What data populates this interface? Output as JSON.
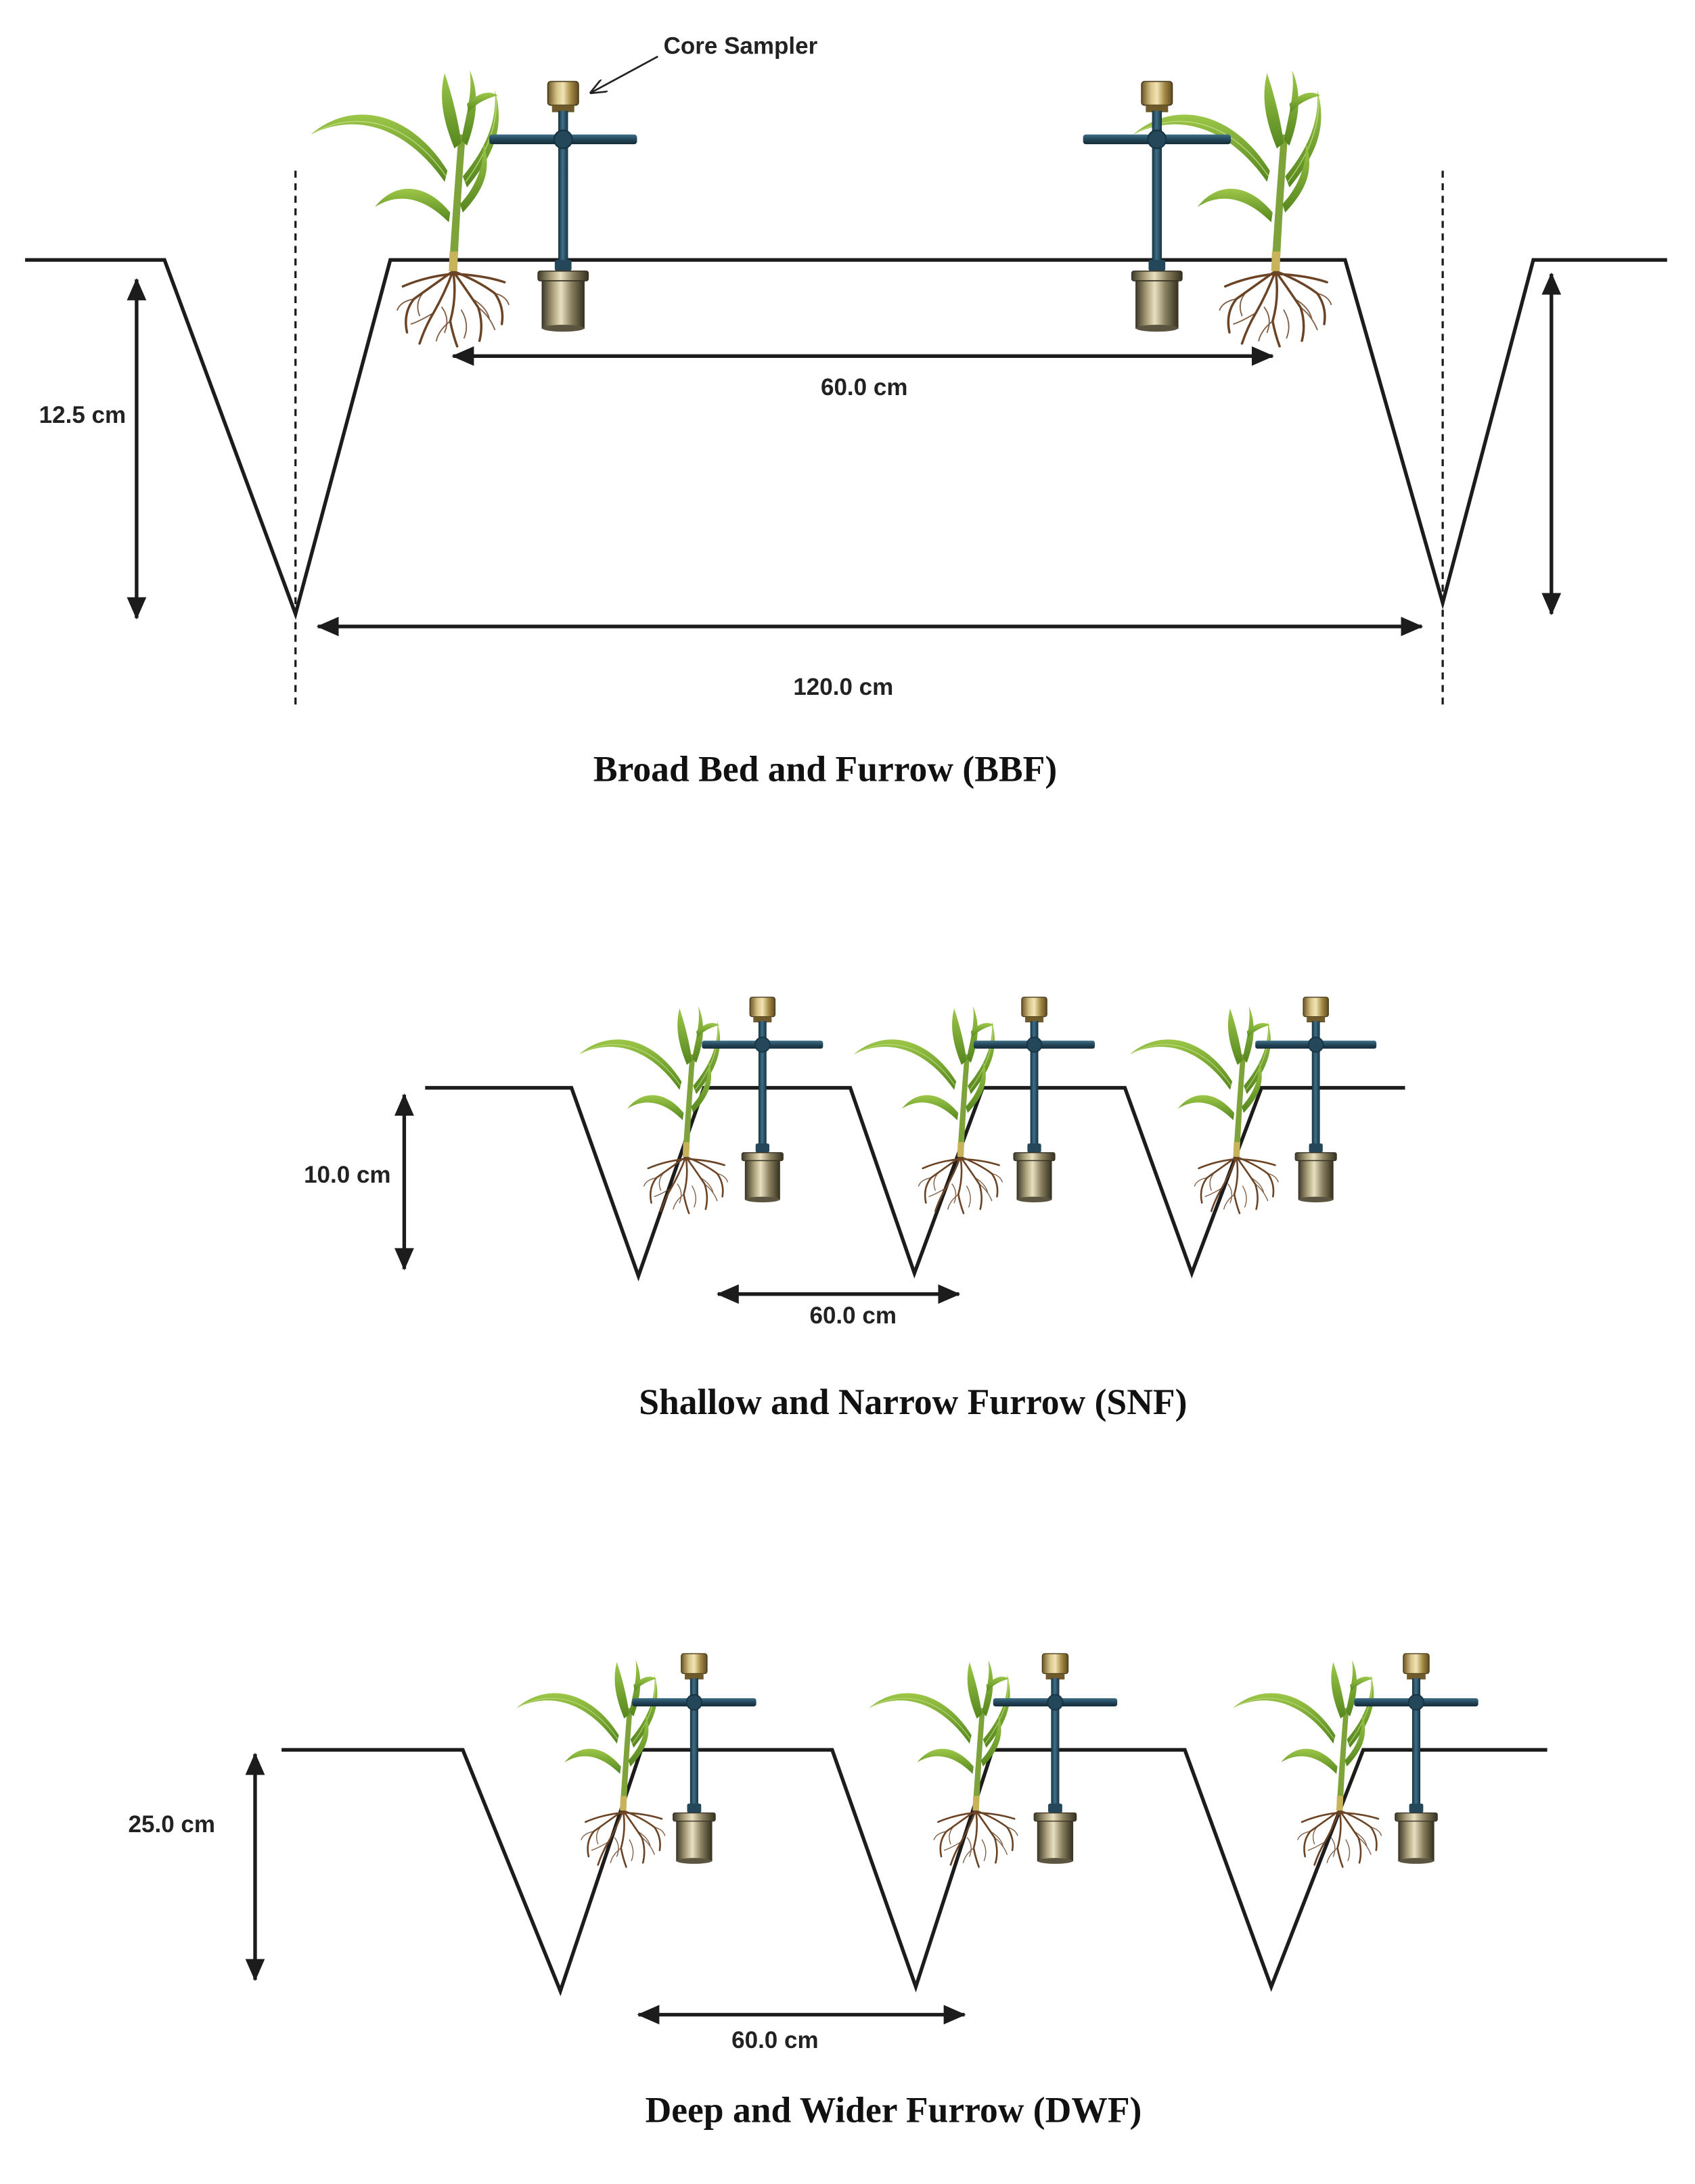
{
  "panels": [
    {
      "title": "Broad Bed and Furrow (BBF)",
      "annotation": "Core Sampler",
      "depth_label": "12.5 cm",
      "spacing_label": "60.0 cm",
      "width_label": "120.0 cm"
    },
    {
      "title": "Shallow and Narrow Furrow (SNF)",
      "depth_label": "10.0 cm",
      "spacing_label": "60.0 cm"
    },
    {
      "title": "Deep and Wider Furrow (DWF)",
      "depth_label": "25.0 cm",
      "spacing_label": "60.0 cm"
    }
  ],
  "colors": {
    "outline": "#1c1c1c",
    "root": "#6b4426",
    "leaf_dark": "#55861f",
    "leaf_light": "#9cc748",
    "sampler_pipe": "#24475a",
    "background": "#ffffff"
  }
}
